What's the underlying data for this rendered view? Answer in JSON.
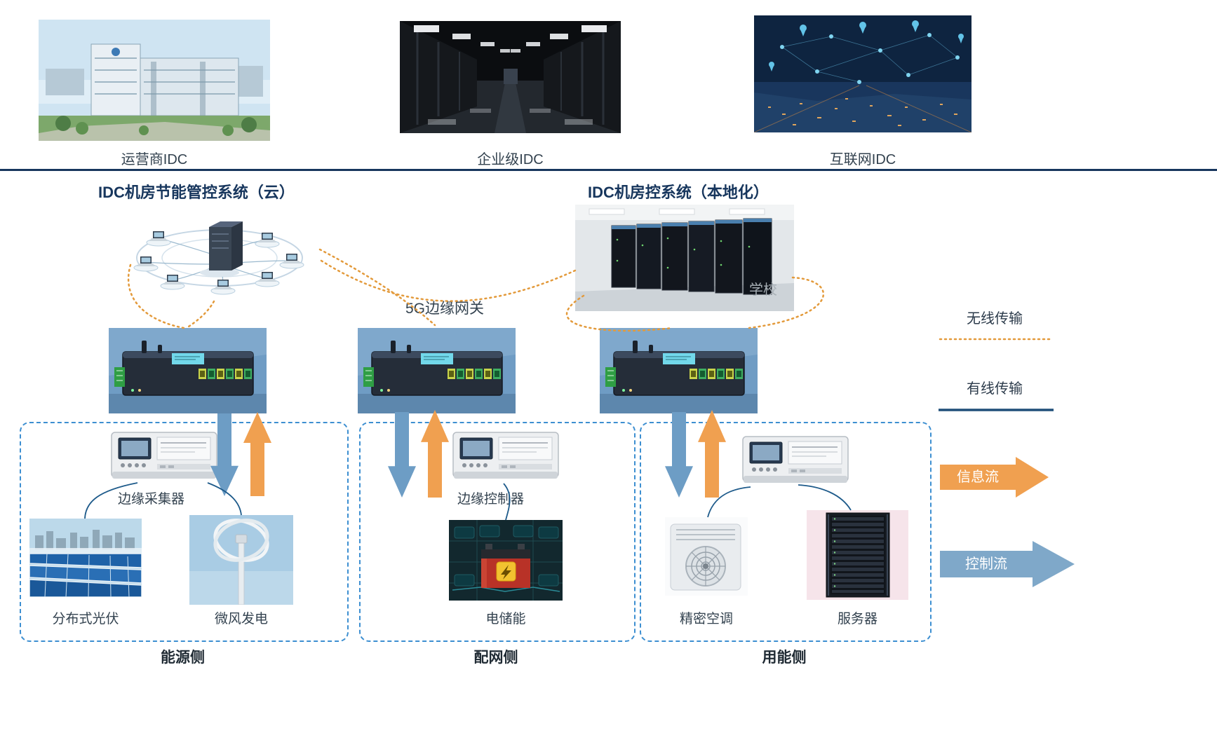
{
  "top_photos": [
    {
      "label": "运营商IDC"
    },
    {
      "label": "企业级IDC"
    },
    {
      "label": "互联网IDC"
    }
  ],
  "systems": {
    "cloud_title": "IDC机房节能管控系统（云）",
    "local_title": "IDC机房控系统（本地化）",
    "local_watermark": "学校"
  },
  "gateway_label": "5G边缘网关",
  "legend": {
    "wireless": "无线传输",
    "wired": "有线传输",
    "info_flow": "信息流",
    "control_flow": "控制流"
  },
  "zones": [
    {
      "name": "能源侧",
      "device": "边缘采集器",
      "items": [
        {
          "label": "分布式光伏"
        },
        {
          "label": "微风发电"
        }
      ]
    },
    {
      "name": "配网侧",
      "device": "边缘控制器",
      "items": [
        {
          "label": "电储能"
        }
      ]
    },
    {
      "name": "用能侧",
      "device": "",
      "items": [
        {
          "label": "精密空调"
        },
        {
          "label": "服务器"
        }
      ]
    }
  ],
  "colors": {
    "info_flow_orange": "#F0A050",
    "control_flow_blue": "#7FA8C9",
    "wireless_dot_orange": "#E39A3B",
    "wired_navy": "#1F4E79",
    "dashed_box_blue": "#3D8FD1",
    "title_navy": "#17365D"
  }
}
